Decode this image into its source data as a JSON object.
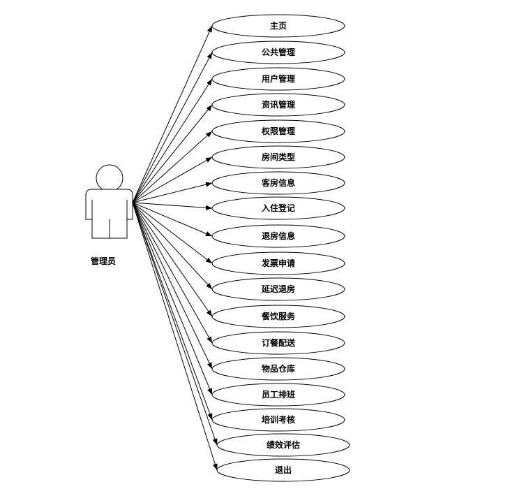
{
  "diagram": {
    "type": "use-case",
    "actor": {
      "name": "管理员"
    },
    "use_cases": [
      "主页",
      "公共管理",
      "用户管理",
      "资讯管理",
      "权限管理",
      "房间类型",
      "客房信息",
      "入住登记",
      "退房信息",
      "发票申请",
      "延迟退房",
      "餐饮服务",
      "订餐配送",
      "物品仓库",
      "员工排班",
      "培训考核",
      "绩效评估",
      "退出"
    ]
  }
}
